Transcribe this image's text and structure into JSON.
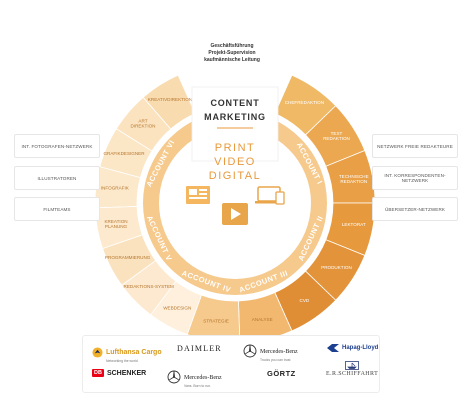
{
  "top_label": [
    "Geschäftsführung",
    "Projekt-Supervision",
    "kaufmännische Leitung"
  ],
  "center": {
    "line1": "CONTENT",
    "line2": "MARKETING",
    "line3": "PRINT",
    "line4": "VIDEO",
    "line5": "DIGITAL"
  },
  "accounts": [
    "ACCOUNT I",
    "ACCOUNT II",
    "ACCOUNT III",
    "ACCOUNT IV",
    "ACCOUNT V",
    "ACCOUNT VI"
  ],
  "right_ring": [
    "CHEFREDAKTION",
    "TEXT REDAKTION",
    "TECHNISCHE REDAKTION",
    "LEKTORAT",
    "PRODUKTION",
    "CVD",
    "ANALYSE",
    "STRATEGIE"
  ],
  "left_ring": [
    "KREATIVDIREKTION",
    "ART DIREKTION",
    "GRAFIKDESIGNER",
    "INFOGRAFIK",
    "KREATION PLANUNG",
    "PROGRAMMIERUNG",
    "REDAKTIONS-SYSTEM",
    "WEBDESIGN"
  ],
  "left_boxes": [
    "INT. FOTOGRAFEN-NETZWERK",
    "ILLUSTRATOREN",
    "FILMTEAMS"
  ],
  "right_boxes": [
    "NETZWERK FREIE REDAKTEURE",
    "INT. KORRESPONDENTEN-NETZWERK",
    "ÜBERSETZER-NETZWERK"
  ],
  "logos": {
    "lufthansa": "Lufthansa Cargo",
    "lufthansa_sub": "Networking the world",
    "daimler": "DAIMLER",
    "mercedes1": "Mercedes-Benz",
    "mercedes1_sub": "Trucks you can trust",
    "hapag": "Hapag-Lloyd",
    "db": "DB",
    "schenker": "SCHENKER",
    "mercedes2": "Mercedes-Benz",
    "mercedes2_sub": "Vans. Born to run.",
    "goertz": "GÖRTZ",
    "schiffahrt": "E.R.SCHIFFAHRT"
  },
  "colors": {
    "ring_right": "#e1953a",
    "ring_right_light": "#f0b965",
    "ring_left": "#f8dcb0",
    "ring_left_light": "#fcebd0",
    "middle_ring": "#f6c98c",
    "accent": "#e89a3c",
    "play": "#e8a54a"
  }
}
